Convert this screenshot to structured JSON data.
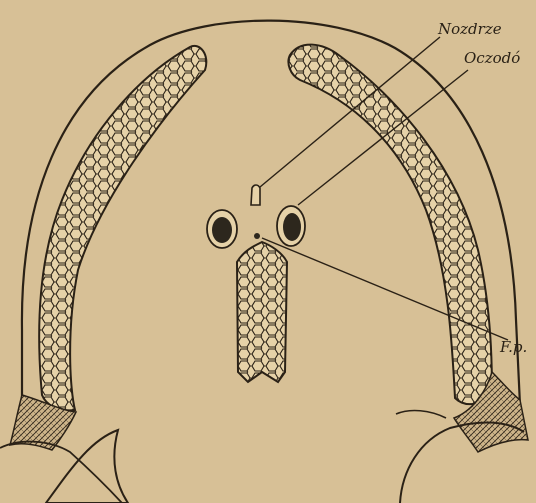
{
  "labels": {
    "nostril": "Nozdrze",
    "eye": "Oczodó",
    "fp": "F.p."
  },
  "colors": {
    "paper": "#d7c096",
    "ink": "#2a2116",
    "cell_fill": "#e6d2a8",
    "eye_dark": "#2d271d"
  }
}
